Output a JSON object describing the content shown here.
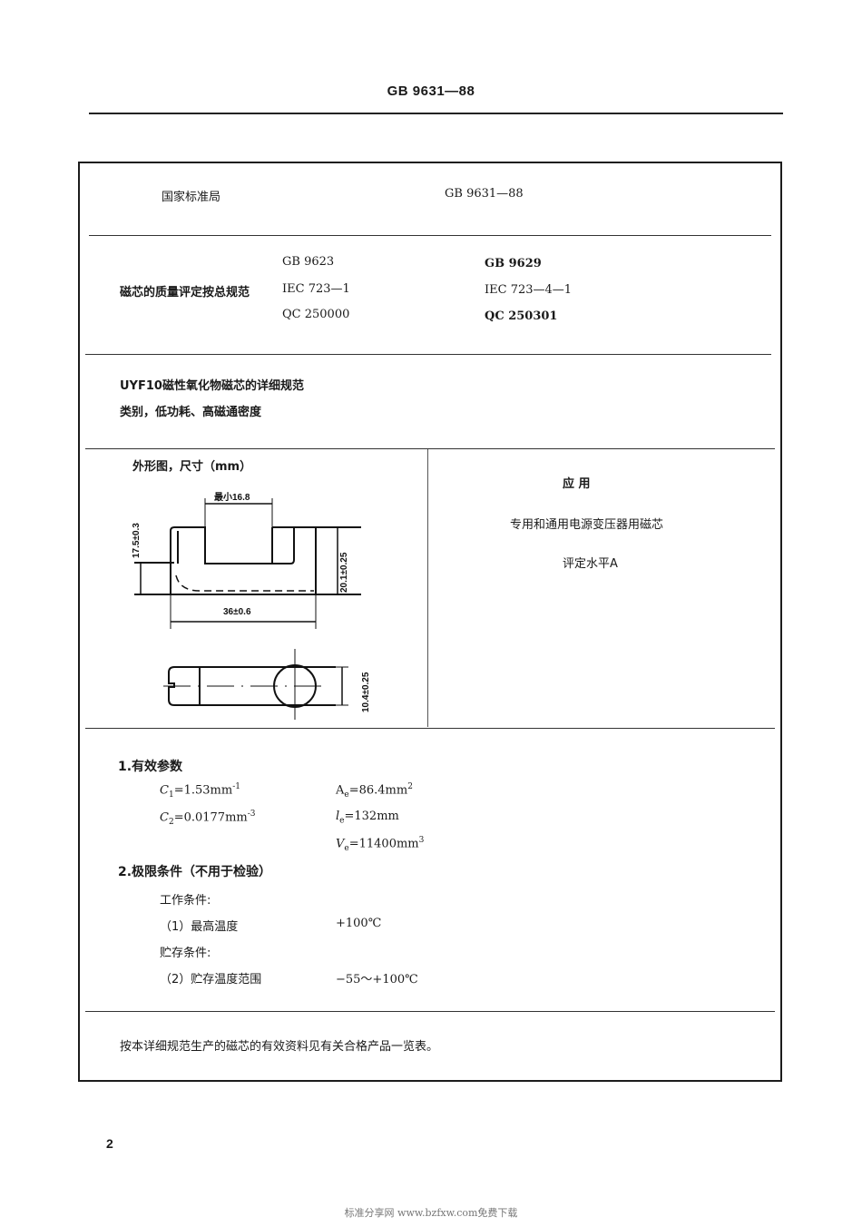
{
  "header": {
    "title": "GB 9631—88"
  },
  "block1": {
    "issuer": "国家标准局",
    "standard_no": "GB 9631—88"
  },
  "block2": {
    "label": "磁芯的质量评定按总规范",
    "col1": [
      "GB 9623",
      "IEC 723—1",
      "QC 250000"
    ],
    "col2": [
      "GB 9629",
      "IEC 723—4—1",
      "QC 250301"
    ]
  },
  "block3": {
    "title": "UYF10磁性氧化物磁芯的详细规范",
    "category": "类别，低功耗、高磁通密度"
  },
  "drawing": {
    "title": "外形图，尺寸（mm）",
    "dims": {
      "min_width": "最小16.8",
      "height_left": "17.5±0.3",
      "height_right": "20.1±0.25",
      "length": "36±0.6",
      "thickness": "10.4±0.25"
    }
  },
  "application": {
    "heading": "应  用",
    "usage": "专用和通用电源变压器用磁芯",
    "level": "评定水平A"
  },
  "params": {
    "heading": "1.有效参数",
    "c1": {
      "sym": "C",
      "sub": "1",
      "value": "=1.53mm",
      "sup": "-1"
    },
    "c2": {
      "sym": "C",
      "sub": "2",
      "value": "=0.0177mm",
      "sup": "-3"
    },
    "ae": {
      "sym": "A",
      "sub": "e",
      "value": "=86.4mm",
      "sup": "2"
    },
    "le": {
      "sym": "l",
      "sub": "e",
      "value": "=132mm",
      "sup": ""
    },
    "ve": {
      "sym": "V",
      "sub": "e",
      "value": "=11400mm",
      "sup": "3"
    }
  },
  "limits": {
    "heading": "2.极限条件（不用于检验）",
    "working_label": "工作条件:",
    "item1_label": "（1）最高温度",
    "item1_value": "+100℃",
    "storage_label": "贮存条件:",
    "item2_label": "（2）贮存温度范围",
    "item2_value": "−55～+100℃"
  },
  "note": {
    "text": "按本详细规范生产的磁芯的有效资料见有关合格产品一览表。"
  },
  "footer": {
    "page_number": "2",
    "watermark": "标准分享网 www.bzfxw.com免费下载"
  }
}
